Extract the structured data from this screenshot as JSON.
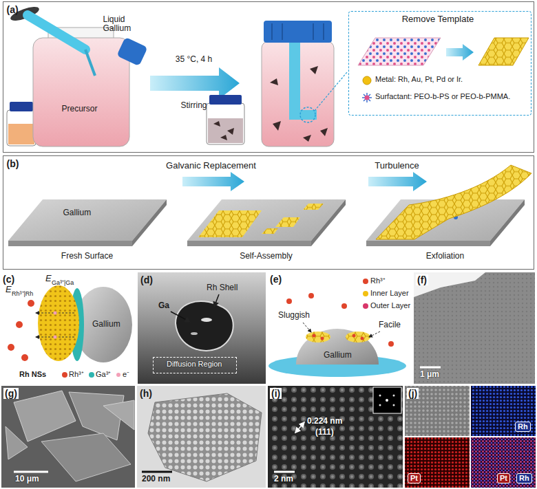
{
  "diagram": {
    "nodes": [
      {
        "text": [
          "(a)",
          "Liquid Gallium",
          "Precursor",
          "35 °C, 4 h",
          "Stirring"
        ]
      },
      {
        "text": [
          "Remove Template",
          "Metal: Rh, Au, Pt, Pd or Ir.",
          "Surfactant: PEO-b-PS or PEO-b-PMMA."
        ],
        "in": 0
      },
      {
        "text": [
          "(b)",
          "Galvanic Replacement",
          "Turbulence",
          "Gallium",
          "Fresh Surface",
          "Self-Assembly",
          "Exfoliation"
        ]
      },
      {
        "text": [
          "(d)",
          "Rh Shell",
          "Ga"
        ]
      },
      {
        "text": [
          "Diffusion Region"
        ],
        "in": 3
      },
      {
        "text": [
          "(f)",
          "1 μm"
        ]
      },
      {
        "text": [
          "(g)",
          "10 μm"
        ]
      },
      {
        "text": [
          "(h)",
          "200 nm"
        ]
      },
      {
        "text": [
          "(i)",
          "0.224 nm",
          "(111)",
          "2 nm"
        ]
      },
      {
        "text": [
          "(j)"
        ]
      },
      {
        "text": [
          "Rh"
        ],
        "in": 9
      },
      {
        "text": [
          "Pt"
        ],
        "in": 9
      },
      {
        "text": [
          "Pt",
          "Rh"
        ],
        "in": 9
      }
    ],
    "labels": [
      "(c)",
      "E",
      "Rh³⁺|Rh",
      "E",
      "Ga³⁺|Ga",
      "Gallium",
      "Rh NSs",
      "Rh³⁺",
      "Ga³⁺",
      "e⁻",
      "(e)",
      "Rh³⁺",
      "Inner Layer",
      "Outer Layer",
      "Sluggish",
      "Facile",
      "Gallium"
    ]
  }
}
